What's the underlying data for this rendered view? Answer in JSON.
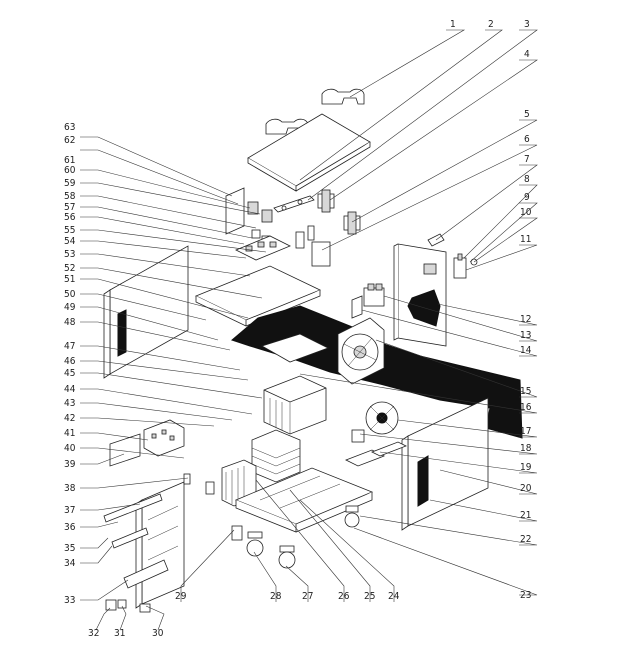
{
  "diagram": {
    "callouts": {
      "c1": "1",
      "c2": "2",
      "c3": "3",
      "c4": "4",
      "c5": "5",
      "c6": "6",
      "c7": "7",
      "c8": "8",
      "c9": "9",
      "c10": "10",
      "c11": "11",
      "c12": "12",
      "c13": "13",
      "c14": "14",
      "c15": "15",
      "c16": "16",
      "c17": "17",
      "c18": "18",
      "c19": "19",
      "c20": "20",
      "c21": "21",
      "c22": "22",
      "c23": "23",
      "c24": "24",
      "c25": "25",
      "c26": "26",
      "c27": "27",
      "c28": "28",
      "c29": "29",
      "c30": "30",
      "c31": "31",
      "c32": "32",
      "c33": "33",
      "c34": "34",
      "c35": "35",
      "c36": "36",
      "c37": "37",
      "c38": "38",
      "c39": "39",
      "c40": "40",
      "c41": "41",
      "c42": "42",
      "c43": "43",
      "c44": "44",
      "c45": "45",
      "c46": "46",
      "c47": "47",
      "c48": "48",
      "c49": "49",
      "c50": "50",
      "c51": "51",
      "c52": "52",
      "c53": "53",
      "c54": "54",
      "c55": "55",
      "c56": "56",
      "c57": "57",
      "c58": "58",
      "c59": "59",
      "c60": "60",
      "c61": "61",
      "c62": "62",
      "c63": "63"
    }
  }
}
